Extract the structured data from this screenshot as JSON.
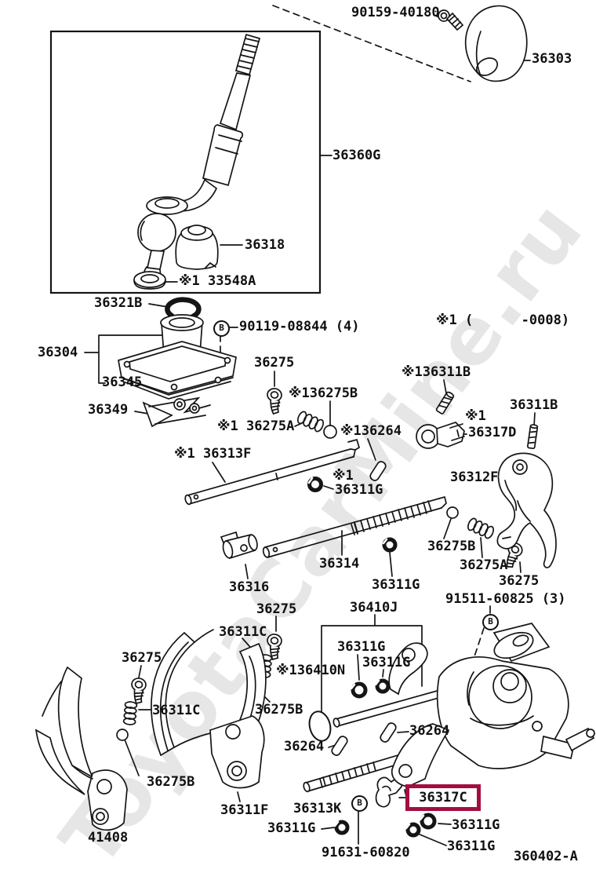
{
  "watermark": "ToyotaCarMine.ru",
  "diagram_code": "360402-A",
  "colors": {
    "highlight": "#a30e41",
    "watermark": "#e6e6e6",
    "line": "#151515"
  },
  "symbols": {
    "b": "B"
  },
  "labels": {
    "screw_top": "90159-40180",
    "shift_knob": "36303",
    "lever_assembly": "36360G",
    "lever_cap": "36318",
    "lever_seat": "※1 33548A",
    "snap_ring": "36321B",
    "bolt_housing": "90119-08844 (4)",
    "note": "※1 (      -0008)",
    "housing": "36304",
    "housing_gasket": "36345",
    "spring_clip": "36349",
    "screw_1": "36275",
    "ball_1": "※136275B",
    "spring_1": "※1 36275A",
    "pin_1": "※136264",
    "rod_13f": "※1 36313F",
    "ring_1a": "※1",
    "ring_1b": "36311G",
    "pin_2": "※136311B",
    "pin_3": "36311B",
    "head_17d_a": "※1",
    "head_17d_b": "36317D",
    "fork_12f": "36312F",
    "rod_14": "36314",
    "head_16": "36316",
    "ring_2": "36311G",
    "ball_2": "36275B",
    "spring_2": "36275A",
    "screw_2": "36275",
    "bolt_91511": "91511-60825 (3)",
    "screw_3": "36275",
    "spring_3": "36311C",
    "assy_10j": "36410J",
    "ring_3": "36311G",
    "ring_4": "36311G",
    "gasket_10n": "※136410N",
    "ball_3": "36275B",
    "pin_4l": "36264",
    "pin_4r": "36264",
    "screw_4": "36275",
    "spring_4": "36311C",
    "ball_4": "36275B",
    "fork_41408": "41408",
    "fork_11f": "36311F",
    "rod_13k": "36313K",
    "head_17c": "36317C",
    "bolt_91631": "91631-60820",
    "ring_5": "36311G",
    "ring_6": "36311G",
    "ring_7": "36311G"
  }
}
